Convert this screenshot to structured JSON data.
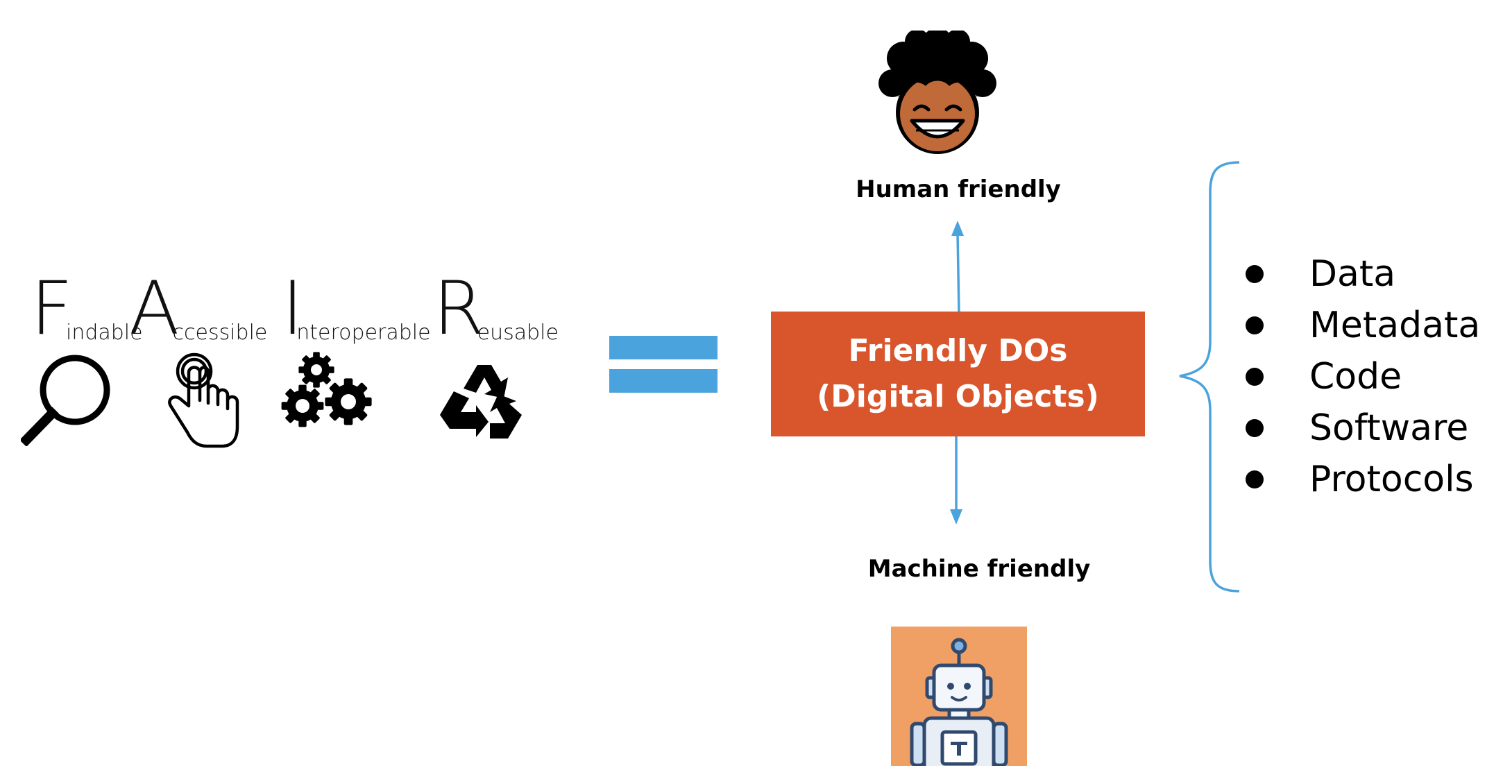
{
  "fair": {
    "findable": {
      "big": "F",
      "small": "indable",
      "icon": "magnifier-icon"
    },
    "accessible": {
      "big": "A",
      "small": "ccessible",
      "icon": "hand-pointer-icon"
    },
    "interoperable": {
      "big": "I",
      "small": "nteroperable",
      "icon": "gears-icon"
    },
    "reusable": {
      "big": "R",
      "small": "eusable",
      "icon": "recycle-icon"
    }
  },
  "equals": {
    "color": "#4aa3dc"
  },
  "center_box": {
    "line1": "Friendly DOs",
    "line2": "(Digital Objects)",
    "color": "#d9552b"
  },
  "human": {
    "label": "Human friendly",
    "icon": "smiling-person-icon"
  },
  "machine": {
    "label": "Machine friendly",
    "icon": "robot-icon"
  },
  "arrow_color": "#4aa3dc",
  "object_types": {
    "items": [
      "Data",
      "Metadata",
      "Code",
      "Software",
      "Protocols"
    ]
  }
}
